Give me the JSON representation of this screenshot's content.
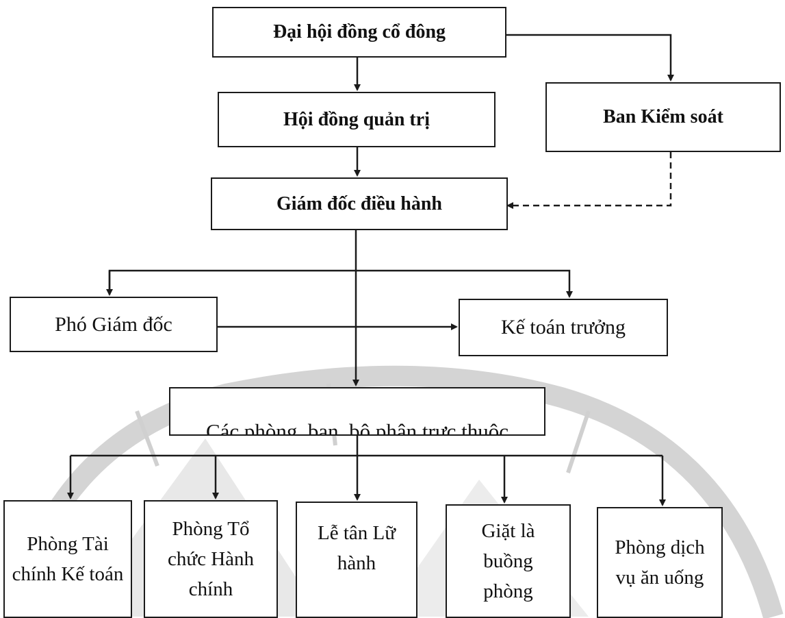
{
  "diagram": {
    "top": {
      "label": "Đại hội đồng cổ đông"
    },
    "board": {
      "label": "Hội đồng quản trị"
    },
    "supervisory": {
      "label": "Ban Kiểm soát"
    },
    "ceo": {
      "label": "Giám đốc điều hành"
    },
    "deputy": {
      "label": "Phó Giám đốc"
    },
    "chief_accountant": {
      "label": "Kế toán trưởng"
    },
    "departments": {
      "label": "Các phòng, ban, bộ phận trực thuộc"
    },
    "units": [
      {
        "label": "Phòng Tài chính Kế toán"
      },
      {
        "label": "Phòng Tổ chức Hành chính"
      },
      {
        "label": "Lễ tân Lữ hành"
      },
      {
        "label": "Giặt là buồng phòng"
      },
      {
        "label": "Phòng dịch vụ ăn uống"
      }
    ]
  }
}
